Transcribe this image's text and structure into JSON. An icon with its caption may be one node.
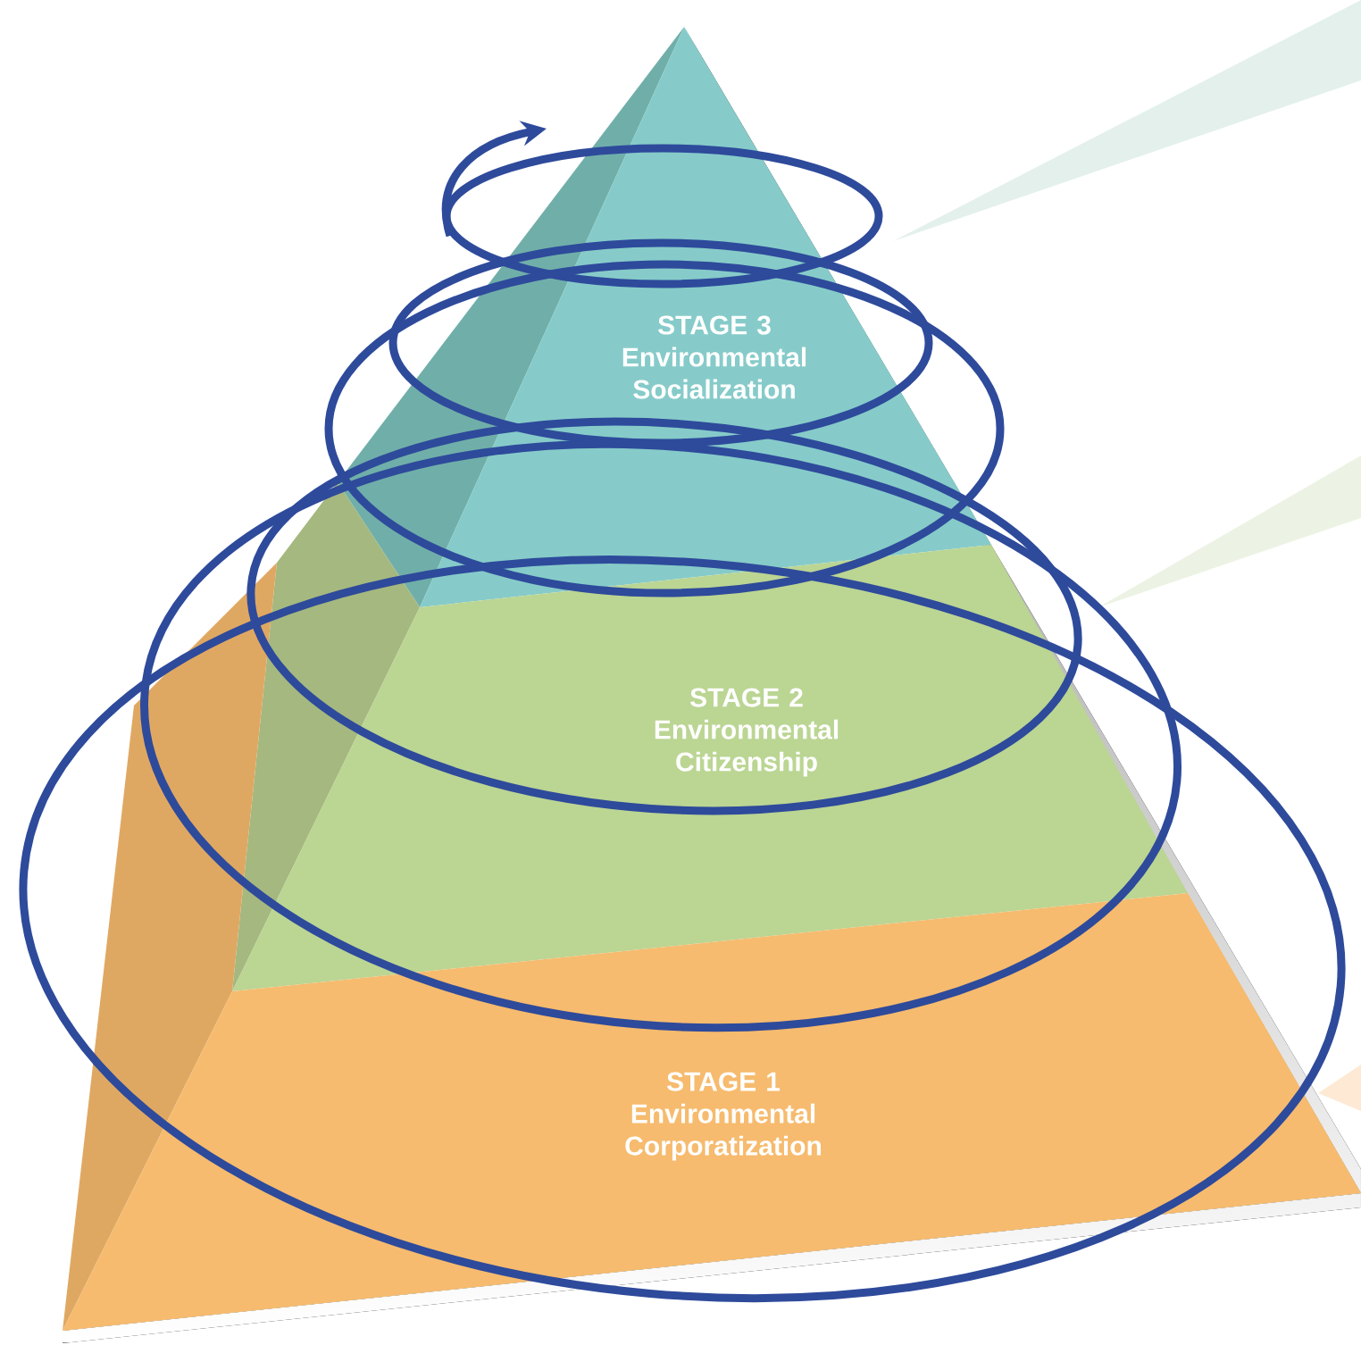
{
  "diagram": {
    "nodes": [
      {
        "text": [
          "STAGE 3",
          "Environmental Socialization"
        ]
      },
      {
        "text": [
          "STAGE 2",
          "Environmental Citizenship"
        ]
      },
      {
        "text": [
          "STAGE 1",
          "Environmental Corporatization"
        ]
      }
    ]
  }
}
